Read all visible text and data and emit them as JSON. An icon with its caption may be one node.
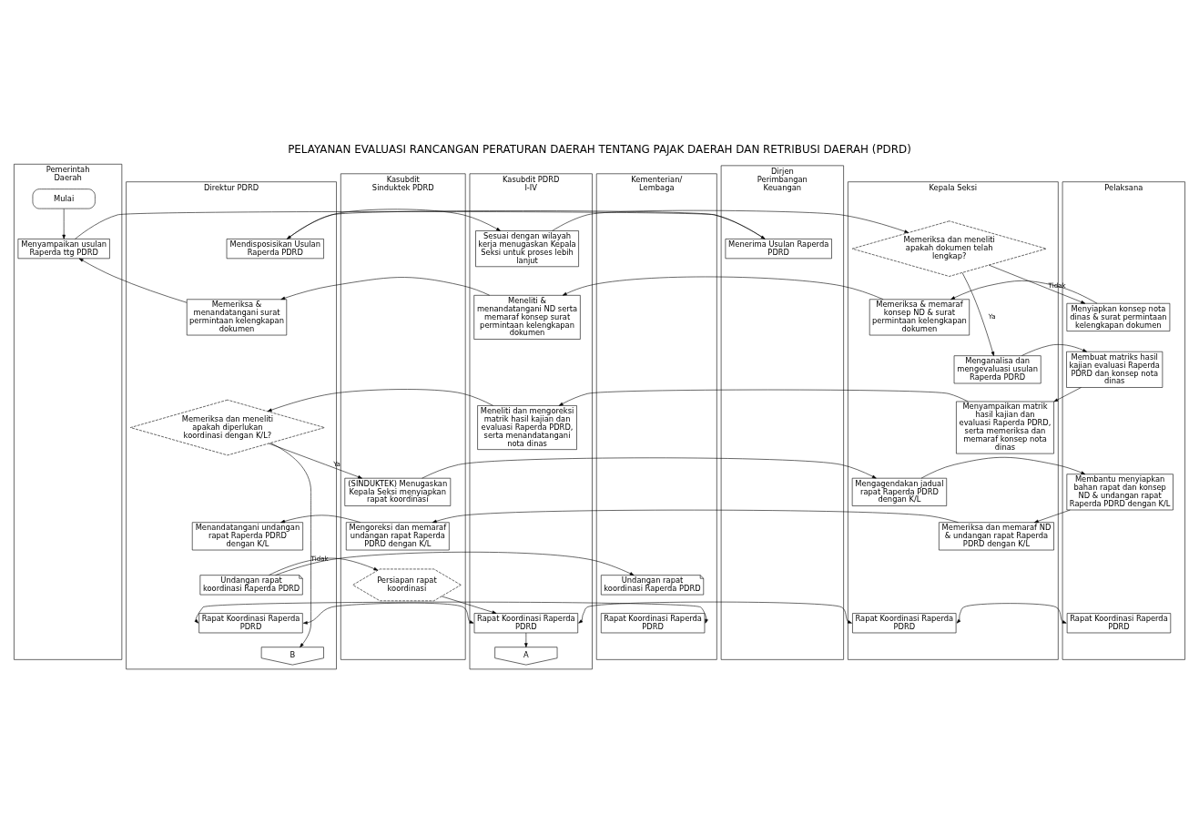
{
  "diagram": {
    "title": "PELAYANAN EVALUASI RANCANGAN PERATURAN DAERAH TENTANG PAJAK DAERAH DAN RETRIBUSI DAERAH (PDRD)",
    "nodes": [
      {
        "text": [
          "Pemerintah Daerah"
        ]
      },
      {
        "text": [
          "Kementerian/ Lembaga"
        ]
      },
      {
        "text": [
          "Dirjen Perimbangan Keuangan"
        ]
      },
      {
        "text": [
          "Direktur PDRD"
        ]
      },
      {
        "text": [
          "Kasubdit PDRD I-IV"
        ]
      },
      {
        "text": [
          "Kasubdit Sinduktek PDRD"
        ]
      },
      {
        "text": [
          "Kepala Seksi"
        ]
      },
      {
        "text": [
          "Pelaksana"
        ]
      },
      {
        "text": [
          "Mulai"
        ],
        "in": 0
      },
      {
        "text": [
          "Menyampaikan usulan Raperda ttg PDRD"
        ],
        "in": 0
      },
      {
        "text": [
          "Menerima Usulan Raperda PDRD"
        ],
        "in": 2
      },
      {
        "text": [
          "Mendisposisikan Usulan Raperda PDRD"
        ],
        "in": 3
      },
      {
        "text": [
          "Sesuai dengan wilayah kerja menugaskan Kepala Seksi untuk proses lebih lanjut"
        ],
        "in": 4
      },
      {
        "text": [
          "Memeriksa dan meneliti apakah dokumen telah lengkap?"
        ],
        "in": 6
      },
      {
        "text": [
          "Menyiapkan konsep nota dinas & surat permintaan kelengkapan dokumen"
        ],
        "in": 7
      },
      {
        "text": [
          "Memeriksa & memaraf konsep ND & surat permintaan kelengkapan dokumen"
        ],
        "in": 6
      },
      {
        "text": [
          "Meneliti & menandatangani ND serta memaraf konsep surat permintaan kelengkapan dokumen"
        ],
        "in": 4
      },
      {
        "text": [
          "Memeriksa & menandatangani surat permintaan kelengkapan dokumen"
        ],
        "in": 3
      },
      {
        "text": [
          "Menganalisa dan mengevaluasi usulan Raperda PDRD"
        ],
        "in": 6
      },
      {
        "text": [
          "Membuat matriks hasil kajian evaluasi Raperda PDRD dan konsep nota dinas"
        ],
        "in": 7
      },
      {
        "text": [
          "Menyampaikan matrik hasil kajian dan evaluasi Raperda PDRD, serta memeriksa dan memaraf konsep nota dinas"
        ],
        "in": 6
      },
      {
        "text": [
          "Meneliti dan mengoreksi matrik hasil kajian dan evaluasi Raperda PDRD, serta menandatangani nota dinas"
        ],
        "in": 4
      },
      {
        "text": [
          "Memeriksa dan meneliti apakah diperlukan koordinasi dengan K/L?"
        ],
        "in": 3
      },
      {
        "text": [
          "(SINDUKTEK) Menugaskan Kepala Seksi menyiapkan rapat koordinasi"
        ],
        "in": 5
      },
      {
        "text": [
          "Mengagendakan jadual rapat Raperda PDRD dengan K/L"
        ],
        "in": 6
      },
      {
        "text": [
          "Membantu menyiapkan bahan rapat dan konsep ND & undangan rapat Raperda PDRD dengan K/L"
        ],
        "in": 7
      },
      {
        "text": [
          "Memeriksa dan memaraf ND & undangan rapat Raperda PDRD dengan K/L"
        ],
        "in": 6
      },
      {
        "text": [
          "Mengoreksi dan memaraf undangan rapat Raperda PDRD dengan K/L"
        ],
        "in": 5
      },
      {
        "text": [
          "Menandatangani undangan rapat Raperda PDRD dengan K/L"
        ],
        "in": 3
      },
      {
        "text": [
          "Undangan rapat koordinasi Raperda PDRD"
        ],
        "in": 3
      },
      {
        "text": [
          "Undangan rapat koordinasi Raperda PDRD"
        ],
        "in": 1
      },
      {
        "text": [
          "Persiapan rapat koordinasi"
        ],
        "in": 5
      },
      {
        "text": [
          "Rapat Koordinasi Raperda PDRD"
        ],
        "in": 1
      },
      {
        "text": [
          "Rapat Koordinasi Raperda PDRD"
        ],
        "in": 3
      },
      {
        "text": [
          "Rapat Koordinasi Raperda PDRD"
        ],
        "in": 4
      },
      {
        "text": [
          "Rapat Koordinasi Raperda PDRD"
        ],
        "in": 6
      },
      {
        "text": [
          "Rapat Koordinasi Raperda PDRD"
        ],
        "in": 7
      },
      {
        "text": [
          "B"
        ],
        "in": 3
      },
      {
        "text": [
          "A"
        ],
        "in": 4
      }
    ],
    "edges": [
      {
        "from": 8,
        "to": 9,
        "arrow": "to"
      },
      {
        "from": 9,
        "to": 10,
        "arrow": "to"
      },
      {
        "from": 10,
        "to": 11,
        "arrow": "to"
      },
      {
        "from": 11,
        "to": 12,
        "arrow": "to"
      },
      {
        "from": 12,
        "to": 13,
        "arrow": "to"
      },
      {
        "from": 13,
        "to": 14,
        "arrow": "to",
        "label": "Tidak"
      },
      {
        "from": 13,
        "to": 18,
        "arrow": "to",
        "label": "Ya"
      },
      {
        "from": 14,
        "to": 15,
        "arrow": "to"
      },
      {
        "from": 15,
        "to": 16,
        "arrow": "to"
      },
      {
        "from": 16,
        "to": 17,
        "arrow": "to"
      },
      {
        "from": 17,
        "to": 9,
        "arrow": "to"
      },
      {
        "from": 18,
        "to": 19,
        "arrow": "to"
      },
      {
        "from": 19,
        "to": 20,
        "arrow": "to"
      },
      {
        "from": 20,
        "to": 21,
        "arrow": "to"
      },
      {
        "from": 21,
        "to": 22,
        "arrow": "to"
      },
      {
        "from": 22,
        "to": 23,
        "arrow": "to",
        "label": "Ya"
      },
      {
        "from": 22,
        "to": 37,
        "arrow": "to",
        "label": "Tidak"
      },
      {
        "from": 23,
        "to": 24,
        "arrow": "to"
      },
      {
        "from": 24,
        "to": 25,
        "arrow": "to"
      },
      {
        "from": 25,
        "to": 26,
        "arrow": "to"
      },
      {
        "from": 26,
        "to": 27,
        "arrow": "to"
      },
      {
        "from": 27,
        "to": 28,
        "arrow": "to"
      },
      {
        "from": 29,
        "to": 30,
        "arrow": "to"
      },
      {
        "from": 29,
        "to": 31,
        "arrow": "to"
      },
      {
        "from": 31,
        "to": 34,
        "arrow": "to"
      },
      {
        "from": 33,
        "to": 32,
        "arrow": "both"
      },
      {
        "from": 33,
        "to": 34,
        "arrow": "both"
      },
      {
        "from": 34,
        "to": 35,
        "arrow": "both"
      },
      {
        "from": 35,
        "to": 36,
        "arrow": "both"
      },
      {
        "from": 34,
        "to": 38,
        "arrow": "to"
      }
    ]
  }
}
